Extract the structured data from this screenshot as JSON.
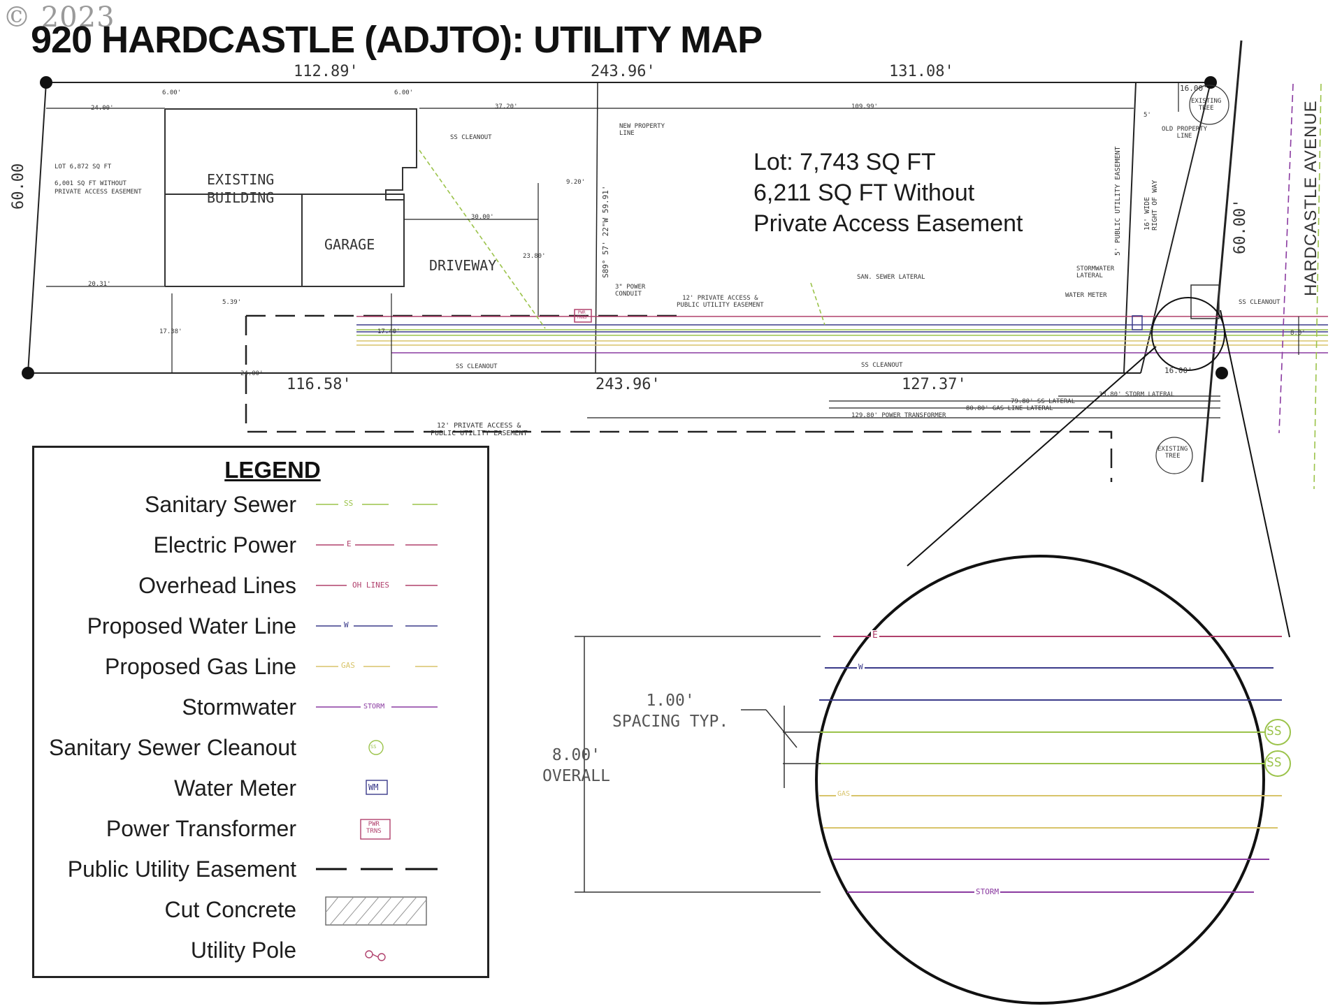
{
  "copyright": "© 2023",
  "title": "920 HARDCASTLE (ADJTO): UTILITY MAP",
  "lot_info": {
    "line1": "Lot: 7,743 SQ FT",
    "line2": "6,211 SQ FT Without",
    "line3": "Private Access Easement"
  },
  "plan": {
    "dim_top_left": "112.89'",
    "dim_top_mid": "243.96'",
    "dim_top_right": "131.08'",
    "dim_bottom_left": "116.58'",
    "dim_bottom_mid": "243.96'",
    "dim_bottom_right": "127.37'",
    "dim_left_side": "60.00",
    "dim_right_side": "60.00'",
    "street": "HARDCASTLE AVENUE",
    "building": "EXISTING\nBUILDING",
    "garage": "GARAGE",
    "driveway": "DRIVEWAY",
    "lot_note1": "LOT 6,872 SQ FT",
    "lot_note2": "6,001 SQ FT WITHOUT",
    "lot_note3": "PRIVATE ACCESS EASEMENT",
    "bearing": "S89° 57' 22\"W 59.91'",
    "new_property_line": "NEW PROPERTY\nLINE",
    "old_property_line": "OLD PROPERTY\nLINE",
    "existing_tree": "EXISTING\nTREE",
    "public_utility_easement": "5' PUBLIC UTILITY EASEMENT",
    "right_of_way": "16' WIDE\nRIGHT OF WAY",
    "private_access": "12' PRIVATE ACCESS &\nPUBLIC UTILITY EASEMENT",
    "ss_cleanout": "SS CLEANOUT",
    "san_sewer_lateral": "SAN. SEWER LATERAL",
    "stormwater_lateral": "STORMWATER\nLATERAL",
    "water_meter": "WATER METER",
    "power_conduit": "3\" POWER\nCONDUIT",
    "d_24": "24.00'",
    "d_6a": "6.00'",
    "d_6b": "6.00'",
    "d_3720": "37.20'",
    "d_10999": "109.99'",
    "d_920": "9.20'",
    "d_3000": "30.00'",
    "d_2380": "23.80'",
    "d_2031": "20.31'",
    "d_539": "5.39'",
    "d_1738": "17.38'",
    "d_1740": "17.40'",
    "d_2400b": "24.00'",
    "d_1600a": "16.00'",
    "d_1600b": "16.00'",
    "d_80": "8.0'",
    "d_5": "5'",
    "d_storm_lat": "33.80' STORM LATERAL",
    "d_ss_lat": "79.80' SS LATERAL",
    "d_gas_lat": "80.80' GAS LINE LATERAL",
    "d_pwr": "129.80' POWER TRANSFORMER",
    "pwr_label": "PWR\nTRNS"
  },
  "detail": {
    "spacing": "1.00'\nSPACING TYP.",
    "overall": "8.00'\nOVERALL",
    "e": "E",
    "w": "W",
    "ss": "SS",
    "gas": "GAS",
    "storm": "STORM"
  },
  "legend": {
    "title": "LEGEND",
    "items": [
      {
        "label": "Sanitary Sewer",
        "symbol": "SS"
      },
      {
        "label": "Electric Power",
        "symbol": "E"
      },
      {
        "label": "Overhead Lines",
        "symbol": "OH LINES"
      },
      {
        "label": "Proposed Water Line",
        "symbol": "W"
      },
      {
        "label": "Proposed Gas Line",
        "symbol": "GAS"
      },
      {
        "label": "Stormwater",
        "symbol": "STORM"
      },
      {
        "label": "Sanitary Sewer Cleanout",
        "symbol": "SS"
      },
      {
        "label": "Water Meter",
        "symbol": "WM"
      },
      {
        "label": "Power Transformer",
        "symbol": "PWR\nTRNS"
      },
      {
        "label": "Public Utility Easement",
        "symbol": ""
      },
      {
        "label": "Cut Concrete",
        "symbol": ""
      },
      {
        "label": "Utility Pole",
        "symbol": ""
      }
    ]
  },
  "colors": {
    "sewer": "#9bc34a",
    "electric": "#b0406c",
    "overhead": "#b0406c",
    "water": "#3a3a8a",
    "gas": "#d8c46a",
    "storm": "#8a3aa0",
    "line": "#333333"
  }
}
